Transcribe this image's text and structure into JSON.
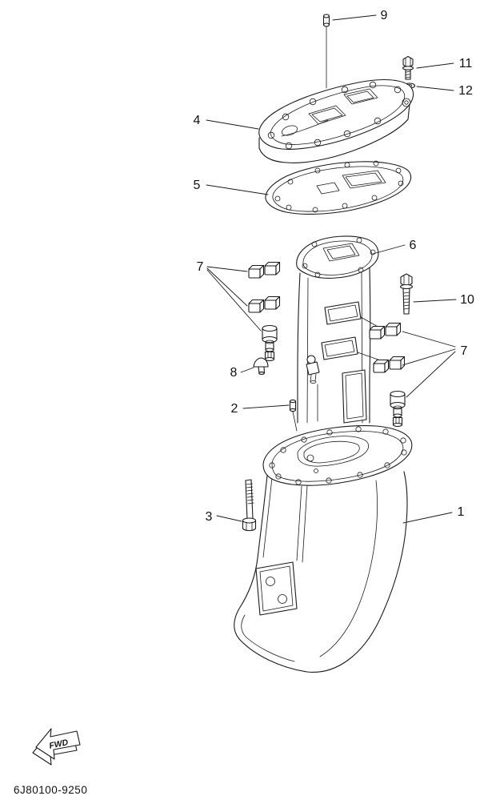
{
  "diagram": {
    "part_code": "6J80100-9250",
    "fwd_label": "FWD",
    "ink_color": "#1a1a1a",
    "paper_color": "#ffffff",
    "callouts": [
      {
        "ref": "9"
      },
      {
        "ref": "11"
      },
      {
        "ref": "12"
      },
      {
        "ref": "4"
      },
      {
        "ref": "5"
      },
      {
        "ref": "6"
      },
      {
        "ref": "7"
      },
      {
        "ref": "10"
      },
      {
        "ref": "7"
      },
      {
        "ref": "8"
      },
      {
        "ref": "2"
      },
      {
        "ref": "3"
      },
      {
        "ref": "1"
      }
    ]
  }
}
